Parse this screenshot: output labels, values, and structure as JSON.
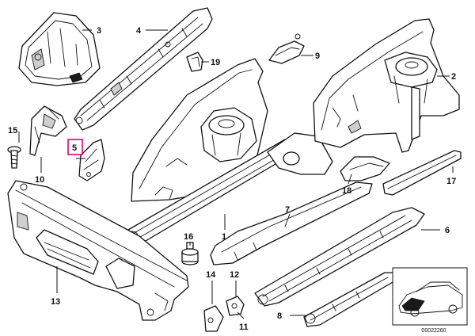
{
  "diagram": {
    "callouts": [
      {
        "id": "1",
        "label": "1"
      },
      {
        "id": "2",
        "label": "2"
      },
      {
        "id": "3",
        "label": "3"
      },
      {
        "id": "4",
        "label": "4"
      },
      {
        "id": "5",
        "label": "5"
      },
      {
        "id": "6",
        "label": "6"
      },
      {
        "id": "7",
        "label": "7"
      },
      {
        "id": "8",
        "label": "8"
      },
      {
        "id": "9",
        "label": "9"
      },
      {
        "id": "10",
        "label": "10"
      },
      {
        "id": "11",
        "label": "11"
      },
      {
        "id": "12",
        "label": "12"
      },
      {
        "id": "13",
        "label": "13"
      },
      {
        "id": "14",
        "label": "14"
      },
      {
        "id": "15",
        "label": "15"
      },
      {
        "id": "16",
        "label": "16"
      },
      {
        "id": "17",
        "label": "17"
      },
      {
        "id": "18",
        "label": "18"
      },
      {
        "id": "19",
        "label": "19"
      }
    ],
    "highlighted_callout": "5",
    "highlight_color": "#e2007a",
    "reference_number": "00022260"
  }
}
